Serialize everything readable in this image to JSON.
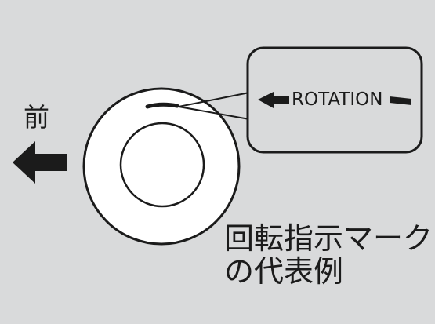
{
  "labels": {
    "front": "前",
    "rotation": "ROTATION",
    "caption_line1": "回転指示マーク",
    "caption_line2": "の代表例"
  },
  "icons": {
    "front_arrow": "arrow-left-icon",
    "rotation_arrow": "arrow-left-icon",
    "rotation_tail": "dash-icon"
  },
  "colors": {
    "background": "#d9dadb",
    "callout_fill": "#d9dadb",
    "stroke": "#1b1b1b",
    "tire_fill": "#ffffff"
  }
}
